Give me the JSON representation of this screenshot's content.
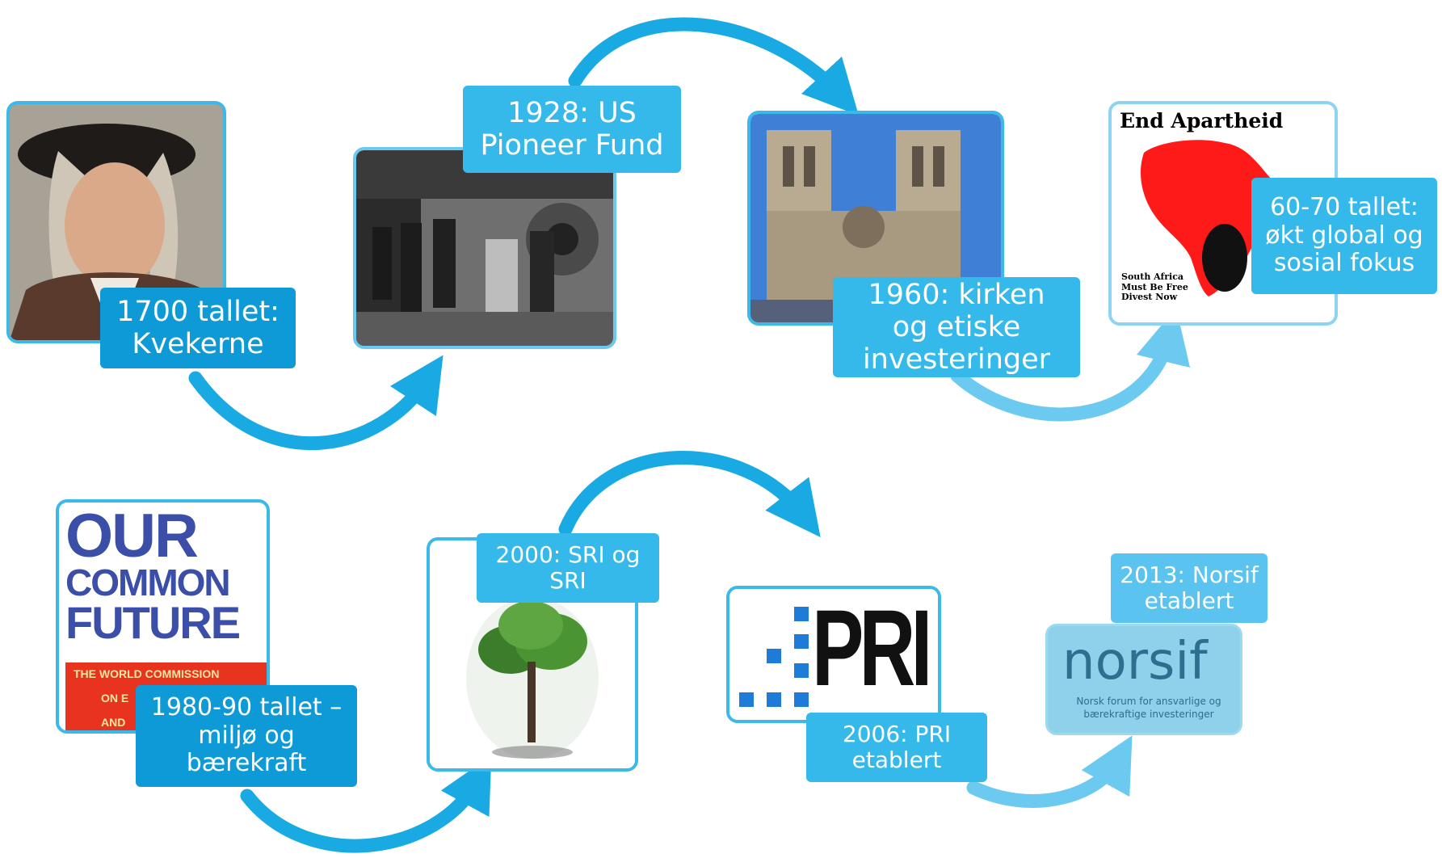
{
  "colors": {
    "arrow_strong": "#1aaae3",
    "arrow_soft": "#6ccaf0",
    "label_dark": "#0e9ad7",
    "label_light": "#35b9ea",
    "frame": "#3bb9ea",
    "poster_red": "#ff1a1a",
    "pri_blue": "#1f7bd8"
  },
  "timeline": [
    {
      "id": "quakers",
      "label": "1700 tallet:\nKvekerne",
      "image": "portrait"
    },
    {
      "id": "pioneer",
      "label": "1928: US\nPioneer Fund",
      "image": "historic-photo"
    },
    {
      "id": "church",
      "label": "1960: kirken\nog etiske\ninvesteringer",
      "image": "cathedral"
    },
    {
      "id": "apartheid",
      "label": "60-70 tallet:\nøkt global og\nsosial fokus",
      "image": "end-apartheid-poster"
    },
    {
      "id": "brundtland",
      "label": "1980-90 tallet –\nmiljø og\nbærekraft",
      "image": "our-common-future-cover"
    },
    {
      "id": "sri",
      "label": "2000: SRI og\nSRI",
      "image": "tree-in-glass"
    },
    {
      "id": "pri",
      "label": "2006: PRI\netablert",
      "image": "pri-logo"
    },
    {
      "id": "norsif",
      "label": "2013: Norsif\netablert",
      "image": "norsif-logo"
    }
  ],
  "images": {
    "apartheid_poster": {
      "title": "End Apartheid",
      "caption": "South Africa\nMust Be Free\nDivest Now"
    },
    "book_cover": {
      "line1": "OUR",
      "line2": "COMMON",
      "line3": "FUTURE",
      "band1": "THE WORLD COMMISSION",
      "band2": "ON E",
      "band3": "AND"
    },
    "pri_logo": {
      "text": "PRI"
    },
    "norsif_logo": {
      "name": "norsif",
      "tagline": "Norsk forum for ansvarlige og\nbærekraftige investeringer"
    }
  }
}
